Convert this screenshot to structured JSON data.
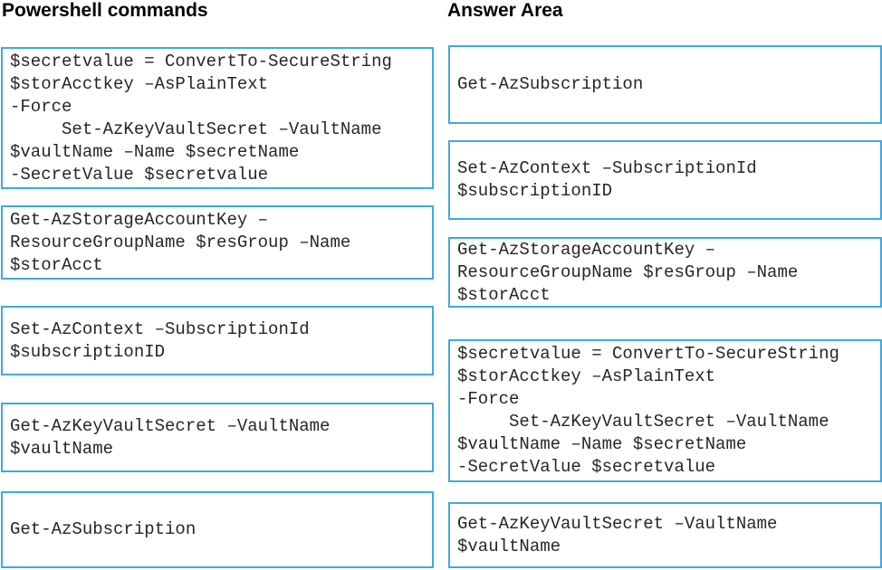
{
  "headers": {
    "left": "Powershell commands",
    "right": "Answer Area"
  },
  "colors": {
    "tile_border": "#3fa9e1",
    "code_text": "#262626",
    "header_text": "#000000"
  },
  "powershell_commands": [
    "$secretvalue = ConvertTo-SecureString\n$storAcctkey –AsPlainText\n-Force\n     Set-AzKeyVaultSecret –VaultName\n$vaultName –Name $secretName\n-SecretValue $secretvalue",
    "Get-AzStorageAccountKey –\nResourceGroupName $resGroup –Name\n$storAcct",
    "Set-AzContext –SubscriptionId\n$subscriptionID",
    "Get-AzKeyVaultSecret –VaultName\n$vaultName",
    "Get-AzSubscription"
  ],
  "answer_area": [
    "Get-AzSubscription",
    "Set-AzContext –SubscriptionId\n$subscriptionID",
    "Get-AzStorageAccountKey –\nResourceGroupName $resGroup –Name\n$storAcct",
    "$secretvalue = ConvertTo-SecureString\n$storAcctkey –AsPlainText\n-Force\n     Set-AzKeyVaultSecret –VaultName\n$vaultName –Name $secretName\n-SecretValue $secretvalue",
    "Get-AzKeyVaultSecret –VaultName\n$vaultName"
  ]
}
